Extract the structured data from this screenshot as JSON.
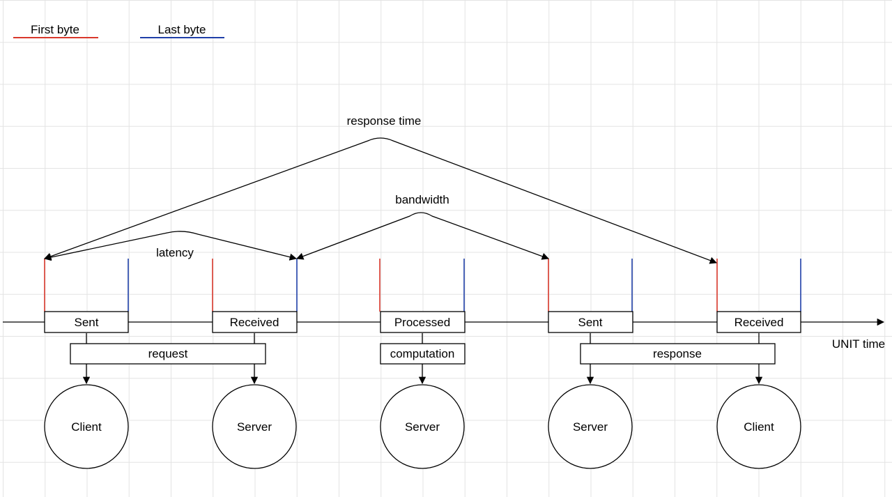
{
  "legend": {
    "first_byte": "First byte",
    "last_byte": "Last byte",
    "first_color": "#d9372b",
    "last_color": "#1f3fa8"
  },
  "timeline": {
    "axis_label": "UNIT time",
    "events": [
      "Sent",
      "Received",
      "Processed",
      "Sent",
      "Received"
    ]
  },
  "groups": {
    "request": "request",
    "computation": "computation",
    "response": "response"
  },
  "nodes": [
    "Client",
    "Server",
    "Server",
    "Server",
    "Client"
  ],
  "spans": {
    "latency": "latency",
    "bandwidth": "bandwidth",
    "response_time": "response time"
  }
}
